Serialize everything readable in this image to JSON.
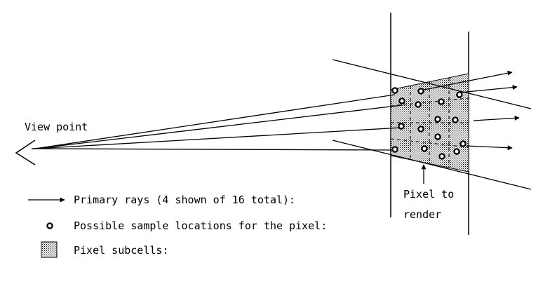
{
  "labels": {
    "view_point": "View point",
    "pixel_line1": "Pixel to",
    "pixel_line2": "render"
  },
  "legend": {
    "primary_rays": "Primary rays (4 shown of 16 total):",
    "sample_locations": "Possible sample locations for the pixel:",
    "pixel_subcells": "Pixel subcells:"
  },
  "colors": {
    "ink": "#000000",
    "subcell_fill": "#c8c8c8",
    "background": "#ffffff"
  }
}
